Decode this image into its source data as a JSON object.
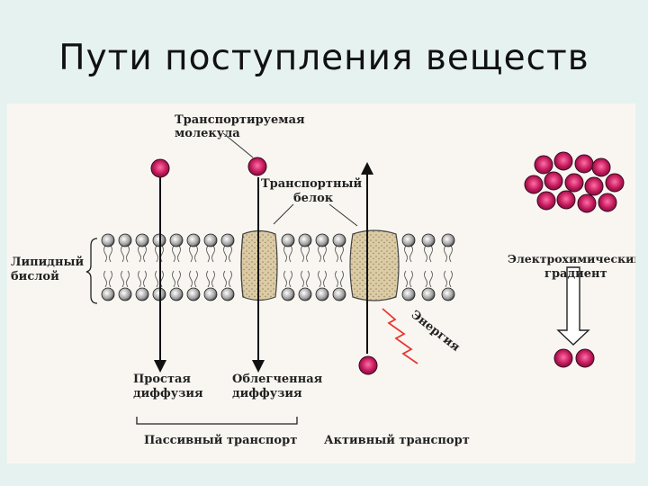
{
  "slide": {
    "title": "Пути поступления веществ"
  },
  "diagram": {
    "transported_molecule": [
      "Транспортируемая",
      "молекула"
    ],
    "transport_protein": [
      "Транспортный",
      "белок"
    ],
    "lipid_bilayer": [
      "Липидный",
      "бислой"
    ],
    "electrochemical_gradient": [
      "Электрохимический",
      "градиент"
    ],
    "energy": "Энергия",
    "simple_diffusion": [
      "Простая",
      "диффузия"
    ],
    "facilitated_diffusion": [
      "Облегченная",
      "диффузия"
    ],
    "passive_transport": "Пассивный транспорт",
    "active_transport": "Активный транспорт"
  },
  "colors": {
    "molecule": "#c2185b",
    "protein": "#d9c9a3",
    "lipid_head": "#555555",
    "energy": "#e53935"
  }
}
